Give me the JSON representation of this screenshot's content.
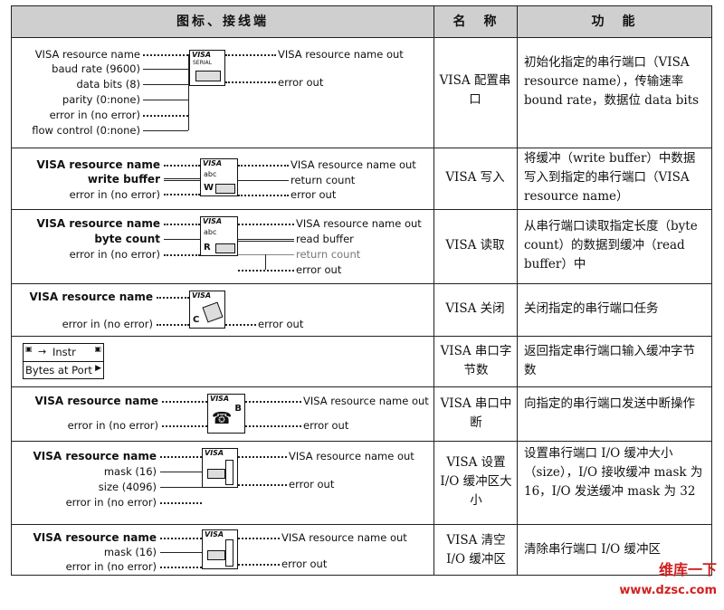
{
  "header": {
    "col1": "图标、接线端",
    "col2": "名　称",
    "col3": "功　能"
  },
  "rows": [
    {
      "name": "VISA 配置串口",
      "func": "初始化指定的串行端口（VISA resource name），传输速率 bound rate，数据位 data bits",
      "icon_title": "VISA",
      "icon_sub": "SERIAL",
      "inputs": [
        "VISA resource name",
        "baud rate (9600)",
        "data bits (8)",
        "parity (0:none)",
        "error in (no error)",
        "flow control (0:none)"
      ],
      "outputs": [
        "VISA resource name out",
        "error out"
      ]
    },
    {
      "name": "VISA 写入",
      "func": "将缓冲（write buffer）中数据写入到指定的串行端口（VISA resource name）",
      "icon_title": "VISA",
      "icon_text": "abc",
      "icon_letter": "W",
      "inputs": [
        "VISA resource name",
        "write buffer",
        "error in (no error)"
      ],
      "outputs": [
        "VISA resource name out",
        "return count",
        "error out"
      ]
    },
    {
      "name": "VISA 读取",
      "func": "从串行端口读取指定长度（byte count）的数据到缓冲（read buffer）中",
      "icon_title": "VISA",
      "icon_text": "abc",
      "icon_letter": "R",
      "inputs": [
        "VISA resource name",
        "byte count",
        "error in (no error)"
      ],
      "outputs": [
        "VISA resource name out",
        "read buffer",
        "return count",
        "error out"
      ]
    },
    {
      "name": "VISA 关闭",
      "func": "关闭指定的串行端口任务",
      "icon_title": "VISA",
      "icon_letter": "C",
      "inputs": [
        "VISA resource name",
        "error in (no error)"
      ],
      "outputs": [
        "error out"
      ]
    },
    {
      "name": "VISA 串口字节数",
      "func": "返回指定串行端口输入缓冲字节数",
      "prop_top": "Instr",
      "prop_bottom": "Bytes at Port"
    },
    {
      "name": "VISA 串口中断",
      "func": "向指定的串行端口发送中断操作",
      "icon_title": "VISA",
      "icon_letter": "B",
      "inputs": [
        "VISA resource name",
        "error in (no error)"
      ],
      "outputs": [
        "VISA resource name out",
        "error out"
      ]
    },
    {
      "name": "VISA 设置 I/O 缓冲区大小",
      "func": "设置串行端口 I/O 缓冲大小（size），I/O 接收缓冲 mask 为 16，I/O 发送缓冲 mask 为 32",
      "icon_title": "VISA",
      "inputs": [
        "VISA resource name",
        "mask (16)",
        "size (4096)",
        "error in (no error)"
      ],
      "outputs": [
        "VISA resource name out",
        "error out"
      ]
    },
    {
      "name": "VISA 清空 I/O 缓冲区",
      "func": "清除串行端口 I/O 缓冲区",
      "icon_title": "VISA",
      "inputs": [
        "VISA resource name",
        "mask (16)",
        "error in (no error)"
      ],
      "outputs": [
        "VISA resource name out",
        "error out"
      ]
    }
  ],
  "watermark": {
    "line1": "维库一下",
    "line2": "www.dzsc.com"
  },
  "colors": {
    "header_bg": "#cfcfcf",
    "border": "#222222",
    "watermark_red": "#d22020"
  }
}
